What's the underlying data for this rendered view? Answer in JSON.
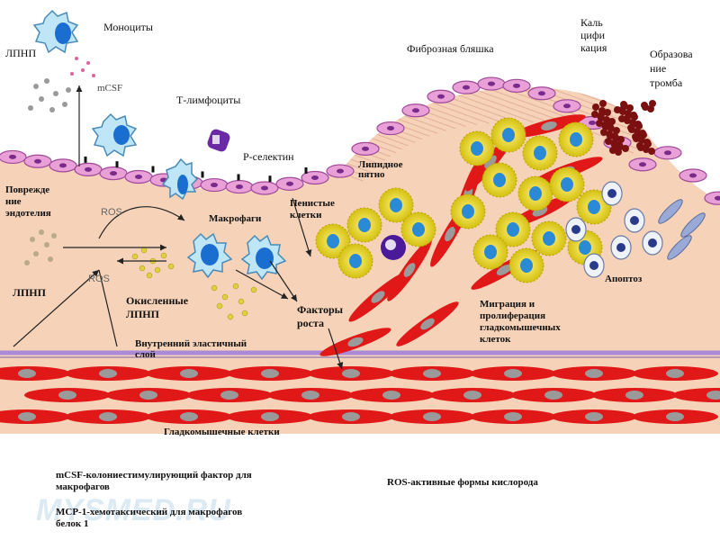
{
  "labels": {
    "monocytes": "Моноциты",
    "ldl_top": "ЛПНП",
    "mcsf": "mCSF",
    "t_lymphocytes": "Т-лимфоциты",
    "p_selectin": "Р-селектин",
    "fibrous_plaque": "Фиброзная бляшка",
    "calcification": "Каль\nцифи\nкация",
    "thrombus": "Образова\nние\nтромба",
    "lipid_spot": "Липидное\nпятно",
    "endothelial_damage": "Поврежде\nние\nэндотелия",
    "ros_1": "ROS",
    "ros_2": "ROS",
    "macrophages": "Макрофаги",
    "foam_cells": "Пенистые\nклетки",
    "ldl_mid": "ЛПНП",
    "oxidized_ldl": "Окисленные\nЛПНП",
    "growth_factors": "Факторы\nроста",
    "apoptosis": "Апоптоз",
    "migration": "Миграция и\nпролиферация\nгладкомышечных\nклеток",
    "internal_elastic": "Внутренний эластичный\nслой",
    "smooth_muscle": "Гладкомышечные клетки"
  },
  "legend": {
    "mcsf_def": "mCSF-колониестимулирующий фактор для\nмакрофагов",
    "ros_def": "ROS-активные формы кислорода",
    "mcp1_def": "МСР-1-хемотаксический для макрофагов\nбелок 1"
  },
  "watermark": "MYSMED.RU",
  "colors": {
    "intima": "#f6d3b8",
    "endothelium": "#e8a0d6",
    "endothelium_stroke": "#a0489a",
    "smooth_muscle": "#e01818",
    "foam_cell": "#f0e040",
    "nucleus": "#2a8ad6",
    "elastic_layer": "#a98ad6",
    "thrombus": "#7a1010",
    "monocyte": "#bfe6f6"
  }
}
